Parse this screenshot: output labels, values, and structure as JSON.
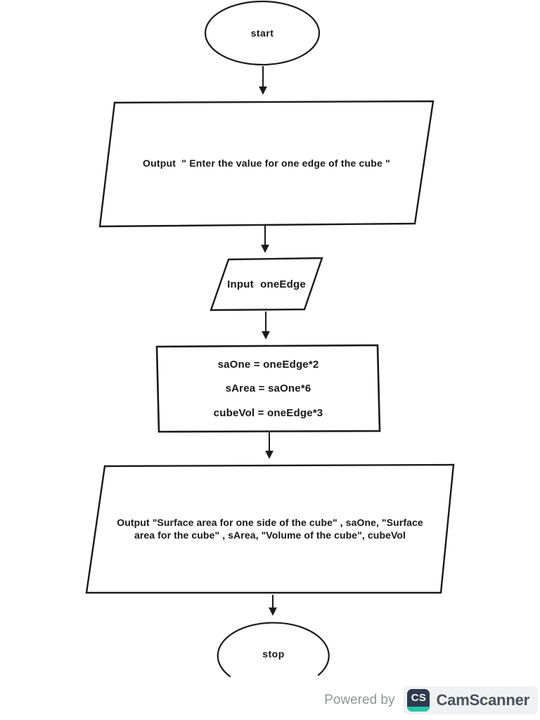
{
  "flowchart": {
    "start_label": "start",
    "output1_text": "Output  \" Enter the value for one edge of the cube \"",
    "input_text": "Input oneEdge",
    "process_lines": [
      "saOne = oneEdge*2",
      "sArea = saOne*6",
      "cubeVol = oneEdge*3"
    ],
    "output2_line1": "Output \"Surface area for one side of the cube\" , saOne, \"Surface",
    "output2_line2": "area for the cube\" , sArea, \"Volume of the cube\", cubeVol",
    "stop_label": "stop"
  },
  "footer": {
    "powered_by": "Powered by",
    "brand_icon_letters": "CS",
    "brand_name": "CamScanner"
  },
  "colors": {
    "ink": "#1a1a1a",
    "badge_background": "#f0f1f2",
    "brand_navy": "#2e3a4d",
    "brand_teal": "#2cc2a5",
    "powered_by_gray": "#8f9397",
    "brand_text_gray": "#4a5058"
  }
}
